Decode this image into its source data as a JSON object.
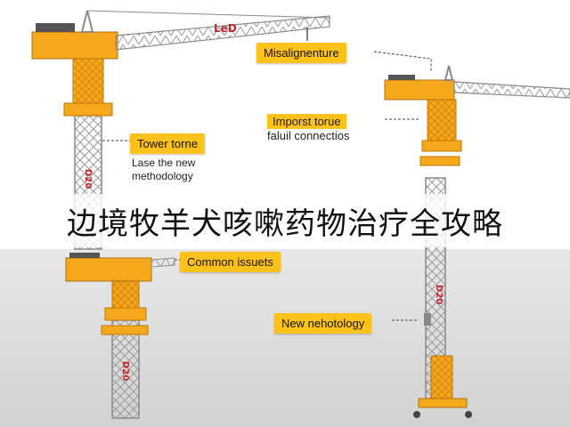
{
  "colors": {
    "tower_yellow": "#f5a81c",
    "lattice_grey": "#a9a9a9",
    "callout_yellow": "#ffc21a",
    "logo_red": "#c0272d"
  },
  "crane_logo": "LeD",
  "tower_logo": "D20",
  "callouts": {
    "misalignment": "Misalignenture",
    "tower_tone": "Tower torne",
    "common_issues": "Common issuets",
    "new_methodology": "New nehotology"
  },
  "notes": {
    "laser_line1": "Lase the new",
    "laser_line2": "methodology",
    "import_line1": "Imporst torue",
    "import_line2": "faluil connectios"
  },
  "banner_title": "边境牧羊犬咳嗽药物治疗全攻略"
}
